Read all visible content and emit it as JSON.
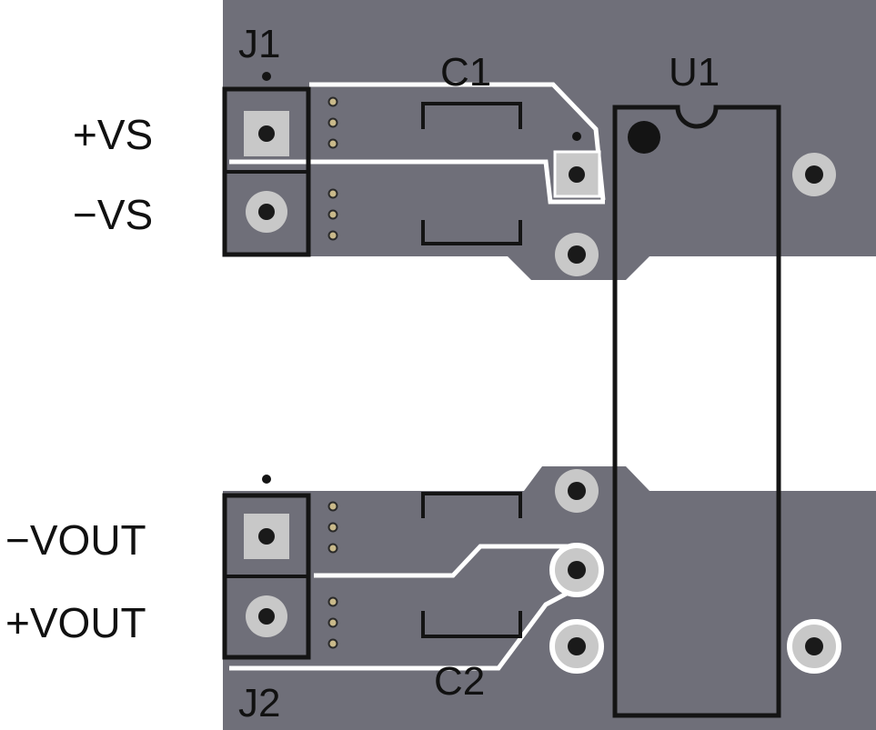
{
  "labels": {
    "j1": "J1",
    "j2": "J2",
    "c1": "C1",
    "c2": "C2",
    "u1": "U1",
    "plus_vs": "+VS",
    "minus_vs": "−VS",
    "minus_vout": "−VOUT",
    "plus_vout": "+VOUT"
  },
  "colors": {
    "copper": "#6f6f79",
    "silkscreen": "#141414",
    "trace_outline": "#ffffff",
    "pad_fill": "#1a1a1a",
    "square_pad": "#c8c8c8",
    "via_ring": "#c9b98a"
  }
}
